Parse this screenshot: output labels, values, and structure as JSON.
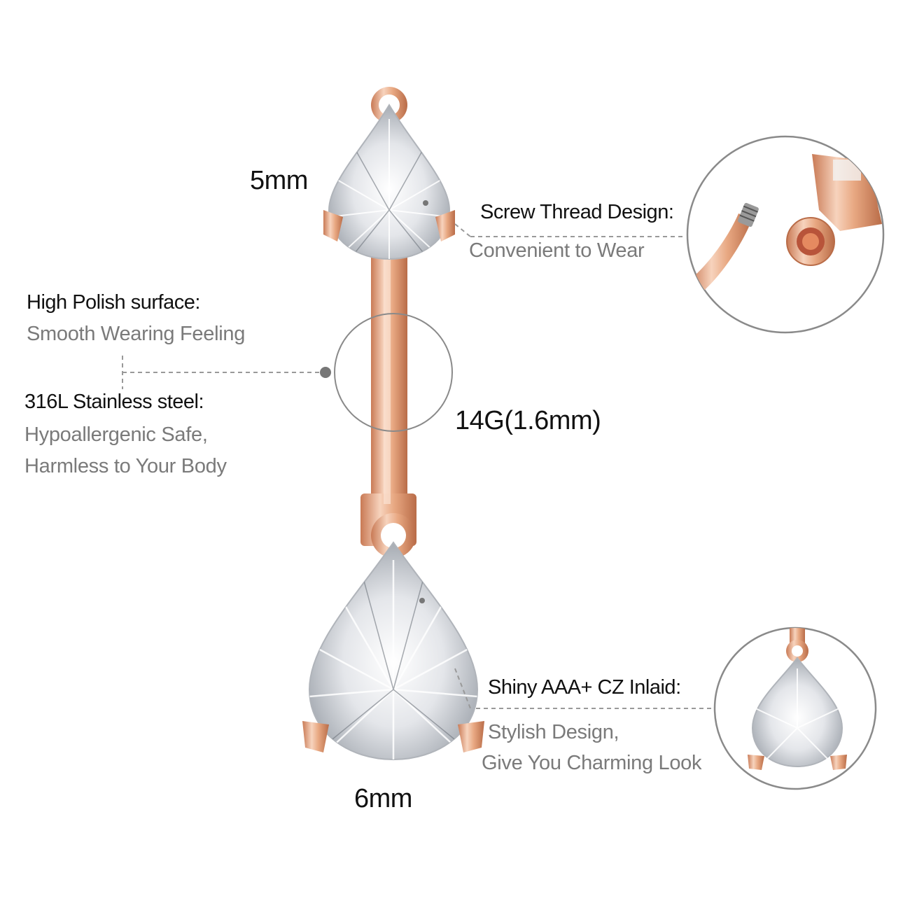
{
  "dimensions": {
    "top_gem": "5mm",
    "gauge": "14G(1.6mm)",
    "bottom_gem": "6mm"
  },
  "features": {
    "screw_thread": {
      "title": "Screw Thread Design:",
      "desc": "Convenient to Wear"
    },
    "polish": {
      "title": "High Polish surface:",
      "desc": "Smooth Wearing Feeling"
    },
    "steel": {
      "title": "316L Stainless steel:",
      "desc_line1": "Hypoallergenic Safe,",
      "desc_line2": "Harmless to Your Body"
    },
    "cz": {
      "title": "Shiny AAA+ CZ Inlaid:",
      "desc_line1": "Stylish Design,",
      "desc_line2": "Give You Charming Look"
    }
  },
  "colors": {
    "rose_gold": "#e8a882",
    "rose_gold_dark": "#c97a55",
    "rose_gold_light": "#f7d3bd",
    "leader_line": "#999999",
    "dot": "#777777",
    "circle_outline": "#8a8a8a"
  }
}
